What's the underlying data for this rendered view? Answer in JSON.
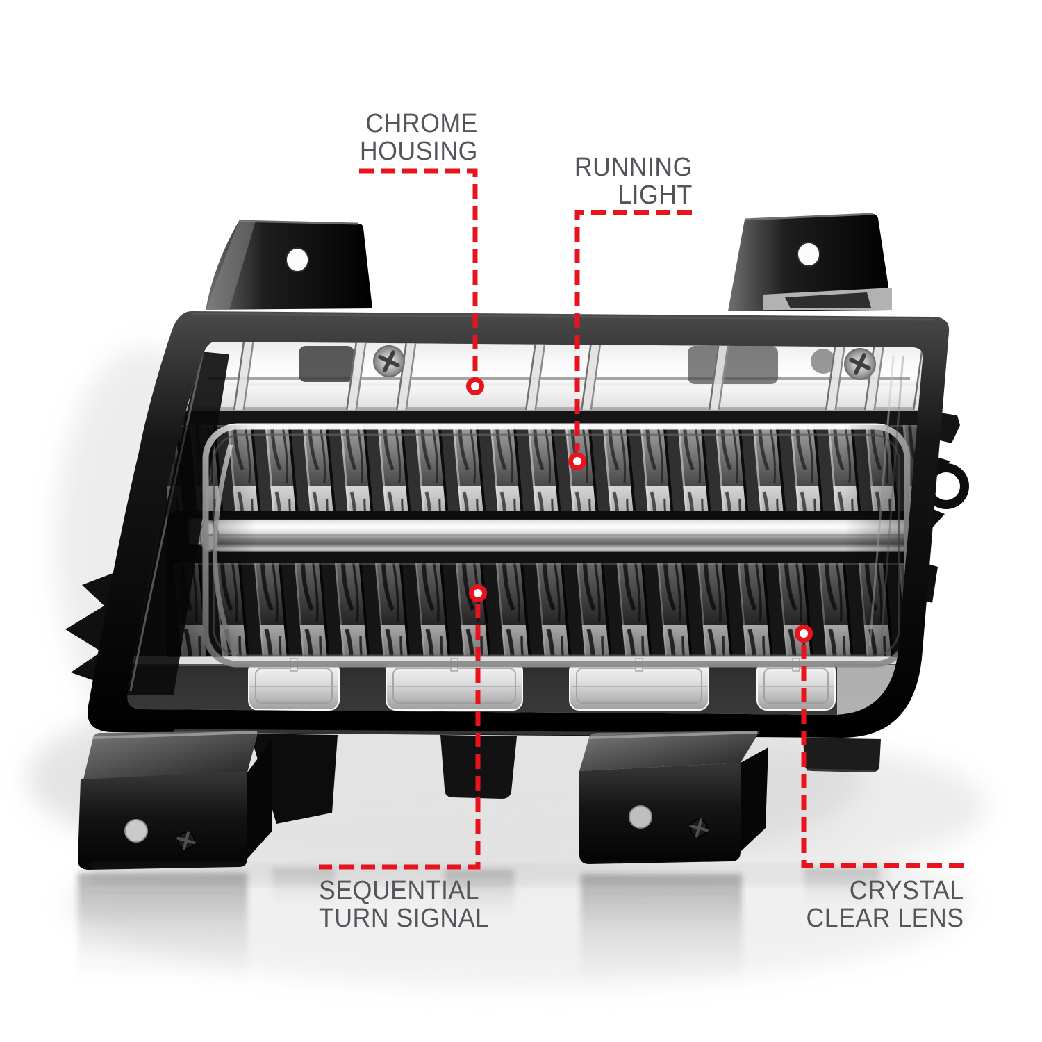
{
  "page": {
    "background": "#ffffff"
  },
  "annotation_style": {
    "accent_red": "#e8131c",
    "label_color": "#54555a"
  },
  "callouts": {
    "chrome_housing": {
      "line1": "CHROME",
      "line2": "HOUSING"
    },
    "running_light": {
      "line1": "RUNNING",
      "line2": "LIGHT"
    },
    "sequential_turn_signal": {
      "line1": "SEQUENTIAL",
      "line2": "TURN SIGNAL"
    },
    "crystal_clear_lens": {
      "line1": "CRYSTAL",
      "line2": "CLEAR LENS"
    }
  }
}
